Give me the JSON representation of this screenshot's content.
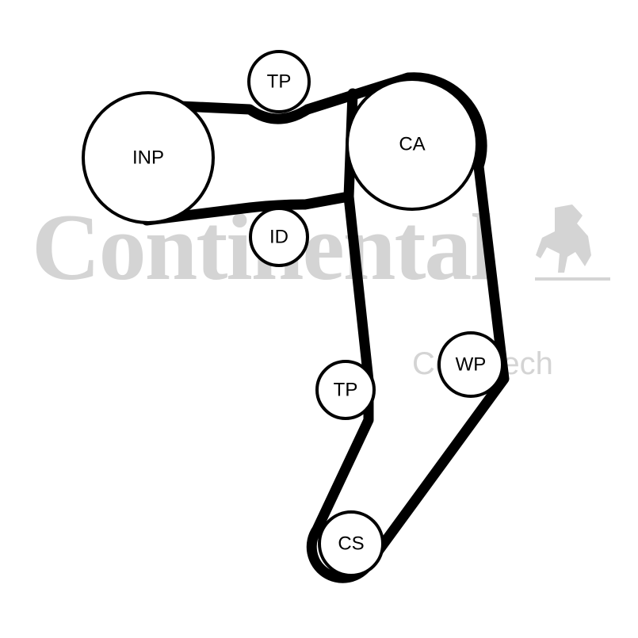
{
  "watermark": {
    "brand": "Continental",
    "sub": "ContiTech",
    "color": "#d4d4d4"
  },
  "belt_color": "#000000",
  "pulleys": [
    {
      "id": "inp",
      "label": "INP"
    },
    {
      "id": "tp-top",
      "label": "TP"
    },
    {
      "id": "ca",
      "label": "CA"
    },
    {
      "id": "id",
      "label": "ID"
    },
    {
      "id": "tp-low",
      "label": "TP"
    },
    {
      "id": "wp",
      "label": "WP"
    },
    {
      "id": "cs",
      "label": "CS"
    }
  ]
}
